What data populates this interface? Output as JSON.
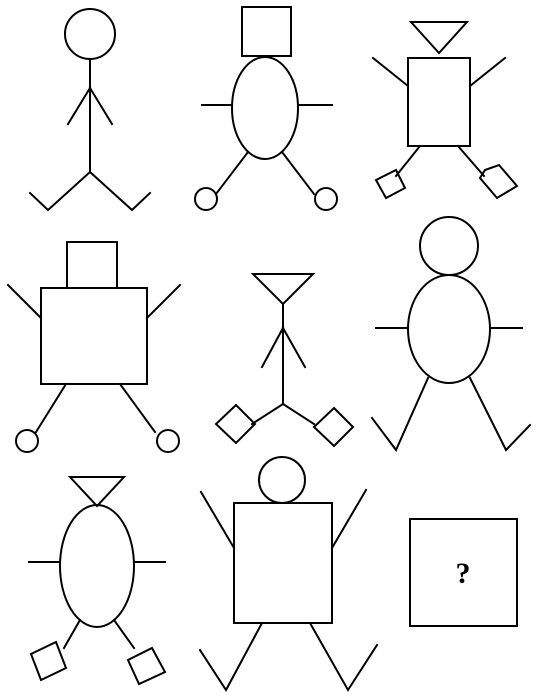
{
  "puzzle": {
    "answer_box": {
      "label": "?"
    },
    "figures": [
      {
        "head": "circle",
        "body": "stick",
        "feet": "none"
      },
      {
        "head": "square",
        "body": "oval",
        "feet": "circles"
      },
      {
        "head": "triangle",
        "body": "rectangle",
        "feet": "diamonds"
      },
      {
        "head": "square",
        "body": "rectangle",
        "feet": "circles"
      },
      {
        "head": "triangle",
        "body": "stick",
        "feet": "diamonds"
      },
      {
        "head": "circle",
        "body": "oval",
        "feet": "none"
      },
      {
        "head": "triangle",
        "body": "oval",
        "feet": "diamonds"
      },
      {
        "head": "circle",
        "body": "rectangle",
        "feet": "none"
      },
      {
        "head": "unknown",
        "body": "unknown",
        "feet": "unknown"
      }
    ]
  }
}
